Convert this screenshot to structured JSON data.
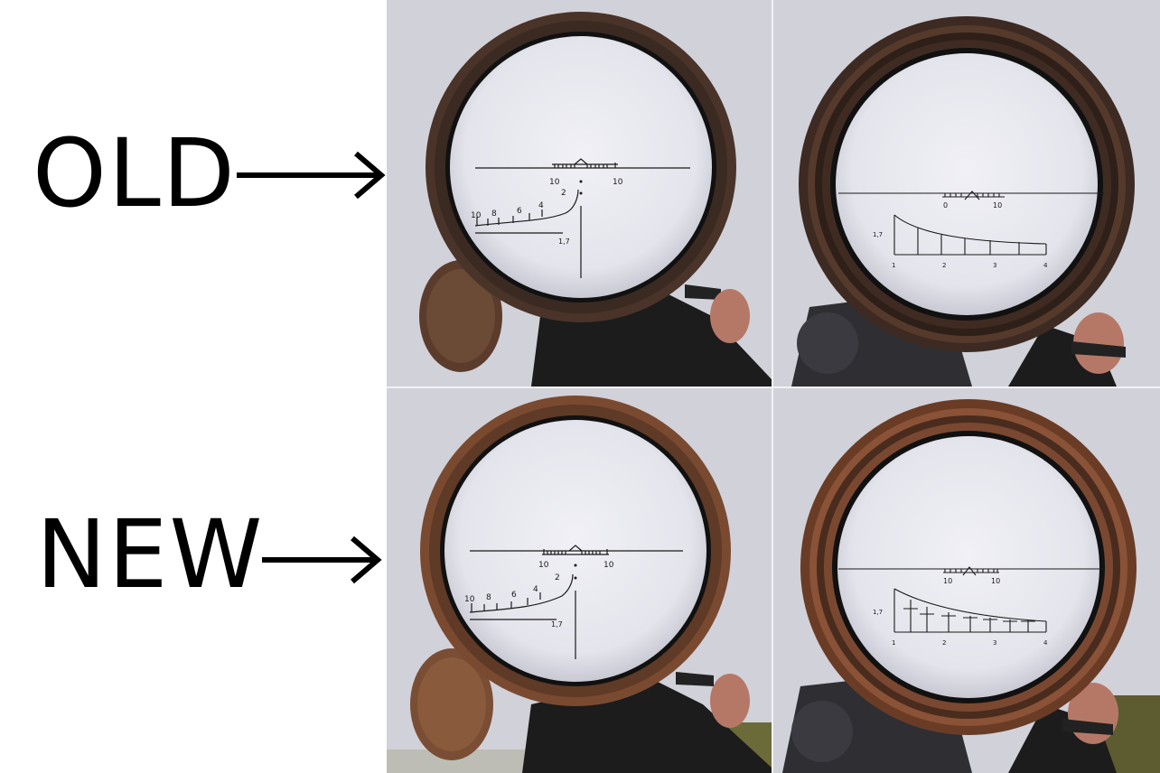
{
  "labels": {
    "old": "OLD",
    "new": "NEW"
  },
  "scopes": {
    "pso_old": {
      "left_num": "10",
      "right_num": "10",
      "drop_marks": [
        "10",
        "8",
        "6",
        "4",
        "2"
      ],
      "stadia": "1,7"
    },
    "pso_new": {
      "left_num": "10",
      "right_num": "10",
      "drop_marks": [
        "10",
        "8",
        "6",
        "4",
        "2"
      ],
      "stadia": "1,7"
    },
    "pu_old": {
      "left_num": "0",
      "right_num": "10",
      "stadia": "1,7",
      "range_marks": [
        "1",
        "2",
        "3",
        "4"
      ]
    },
    "pu_new": {
      "left_num": "10",
      "right_num": "10",
      "stadia": "1,7",
      "range_marks": [
        "1",
        "2",
        "3",
        "4"
      ]
    }
  },
  "colors": {
    "background": "#ffffff",
    "scene": "#d1d1d9",
    "lens": "#e8e8ef",
    "ring": "#4a3328",
    "reticle": "#1a1a1a"
  }
}
